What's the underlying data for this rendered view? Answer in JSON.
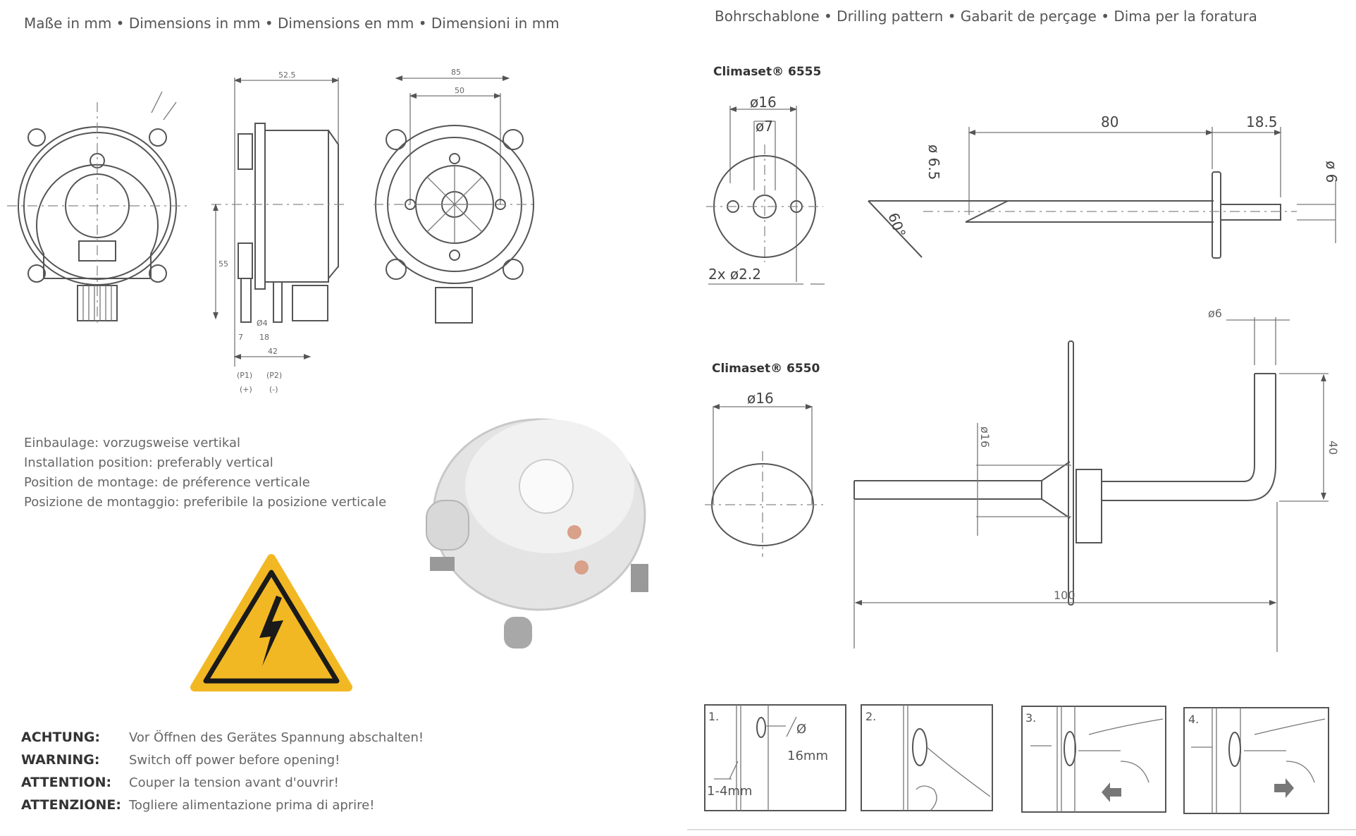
{
  "left": {
    "heading": "Maße in mm • Dimensions in mm • Dimensions en mm • Dimensioni in mm",
    "dims": {
      "width_side": "52.5",
      "width_back": "85",
      "hole_spacing": "50",
      "height": "55",
      "port_dia": "Ø4",
      "d7": "7",
      "d18": "18",
      "d42": "42",
      "p1": "(P1)",
      "p1_sign": "(+)",
      "p2": "(P2)",
      "p2_sign": "(-)"
    },
    "installation": [
      "Einbaulage: vorzugsweise vertikal",
      "Installation position: preferably vertical",
      "Position de montage: de préference verticale",
      "Posizione de montaggio: preferibile la posizione verticale"
    ],
    "warnings": [
      {
        "label": "ACHTUNG:",
        "text": "Vor Öffnen des Gerätes Spannung abschalten!"
      },
      {
        "label": "WARNING:",
        "text": "Switch off power before opening!"
      },
      {
        "label": "ATTENTION:",
        "text": "Couper la tension avant d'ouvrir!"
      },
      {
        "label": "ATTENZIONE:",
        "text": "Togliere alimentazione prima di aprire!"
      }
    ],
    "warning_color": "#f2b824"
  },
  "right": {
    "heading": "Bohrschablone • Drilling pattern • Gabarit de perçage • Dima per la foratura",
    "model_6555": {
      "title": "Climaset® 6555",
      "dims": {
        "d16": "ø16",
        "d7": "ø7",
        "holes": "2x ø2.2",
        "d65": "ø 6.5",
        "len80": "80",
        "len185": "18.5",
        "d6": "ø 6",
        "angle": "60°"
      }
    },
    "model_6550": {
      "title": "Climaset® 6550",
      "dims": {
        "d16": "ø16",
        "d16_side": "ø16",
        "d6": "ø6",
        "h40": "40",
        "len100": "100"
      }
    },
    "steps": [
      {
        "number": "1.",
        "notes": [
          "16mm",
          "1-4mm"
        ]
      },
      {
        "number": "2.",
        "notes": []
      },
      {
        "number": "3.",
        "notes": []
      },
      {
        "number": "4.",
        "notes": []
      }
    ]
  }
}
